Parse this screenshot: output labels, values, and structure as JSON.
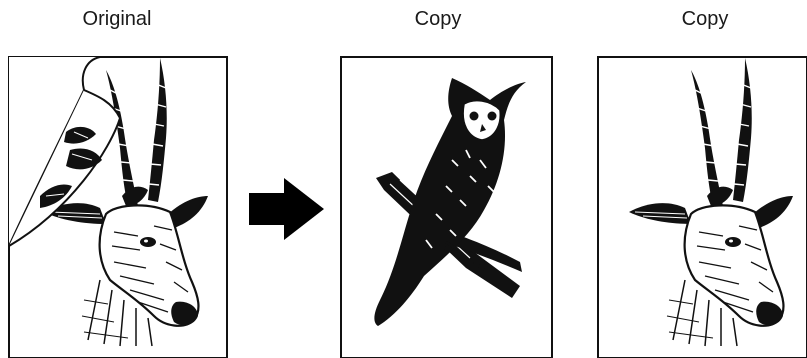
{
  "labels": {
    "original": "Original",
    "copy_1": "Copy",
    "copy_2": "Copy"
  },
  "panels": [
    {
      "role": "original",
      "illustration": "antelope-head-engraving",
      "state": "corner-curled-showing-back-print"
    },
    {
      "role": "copy",
      "illustration": "owl-on-branch-engraving"
    },
    {
      "role": "copy",
      "illustration": "antelope-head-engraving"
    }
  ],
  "arrow": {
    "icon": "right-arrow-icon",
    "color": "#000000"
  },
  "colors": {
    "ink": "#111111",
    "paper": "#ffffff"
  }
}
